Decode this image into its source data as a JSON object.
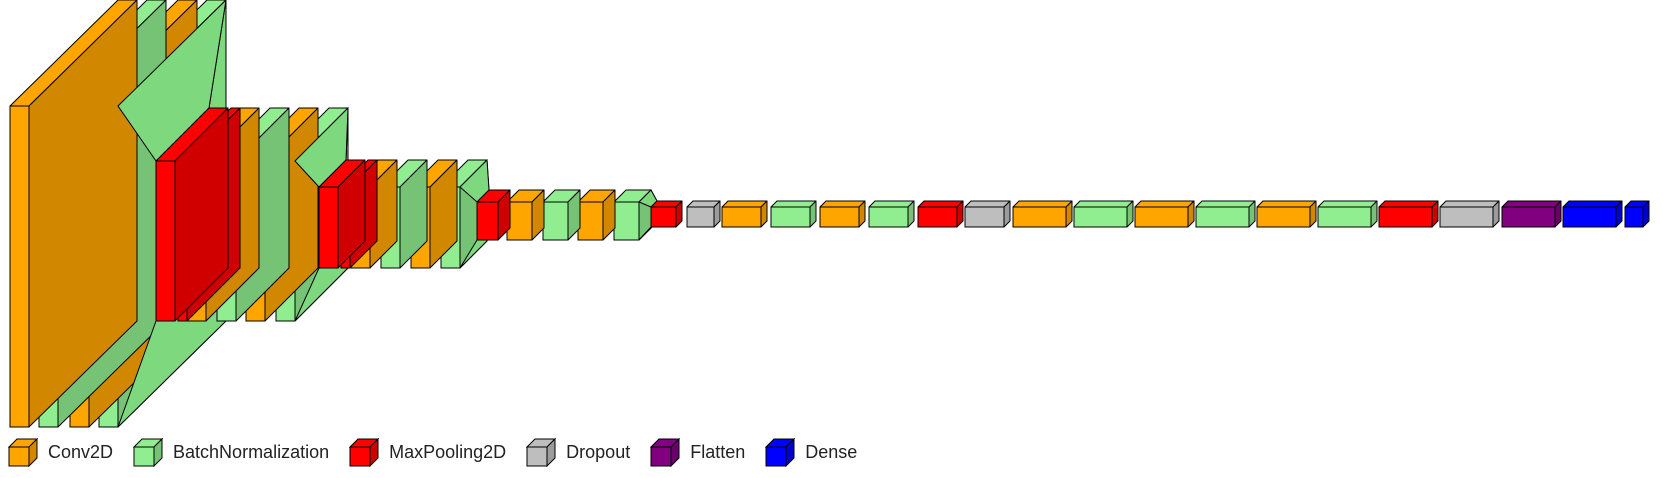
{
  "layer_types": {
    "conv2d": {
      "label": "Conv2D",
      "color": "#FFA500"
    },
    "batchnorm": {
      "label": "BatchNormalization",
      "color": "#90EE90"
    },
    "maxpool": {
      "label": "MaxPooling2D",
      "color": "#FF0000"
    },
    "dropout": {
      "label": "Dropout",
      "color": "#BEBEBE"
    },
    "flatten": {
      "label": "Flatten",
      "color": "#800080"
    },
    "dense": {
      "label": "Dense",
      "color": "#0000FF"
    }
  },
  "legend_order": [
    "conv2d",
    "batchnorm",
    "maxpool",
    "dropout",
    "flatten",
    "dense"
  ],
  "layers": [
    "conv2d",
    "batchnorm",
    "conv2d",
    "batchnorm",
    "maxpool",
    "maxpool",
    "conv2d",
    "batchnorm",
    "conv2d",
    "batchnorm",
    "maxpool",
    "maxpool",
    "conv2d",
    "batchnorm",
    "conv2d",
    "batchnorm",
    "maxpool",
    "conv2d",
    "batchnorm",
    "conv2d",
    "batchnorm",
    "maxpool",
    "dropout",
    "conv2d",
    "batchnorm",
    "conv2d",
    "batchnorm",
    "maxpool",
    "dropout",
    "conv2d",
    "batchnorm",
    "conv2d",
    "batchnorm",
    "conv2d",
    "batchnorm",
    "maxpool",
    "dropout",
    "flatten",
    "dense",
    "dense"
  ],
  "funnel_color": "#7ED87E"
}
